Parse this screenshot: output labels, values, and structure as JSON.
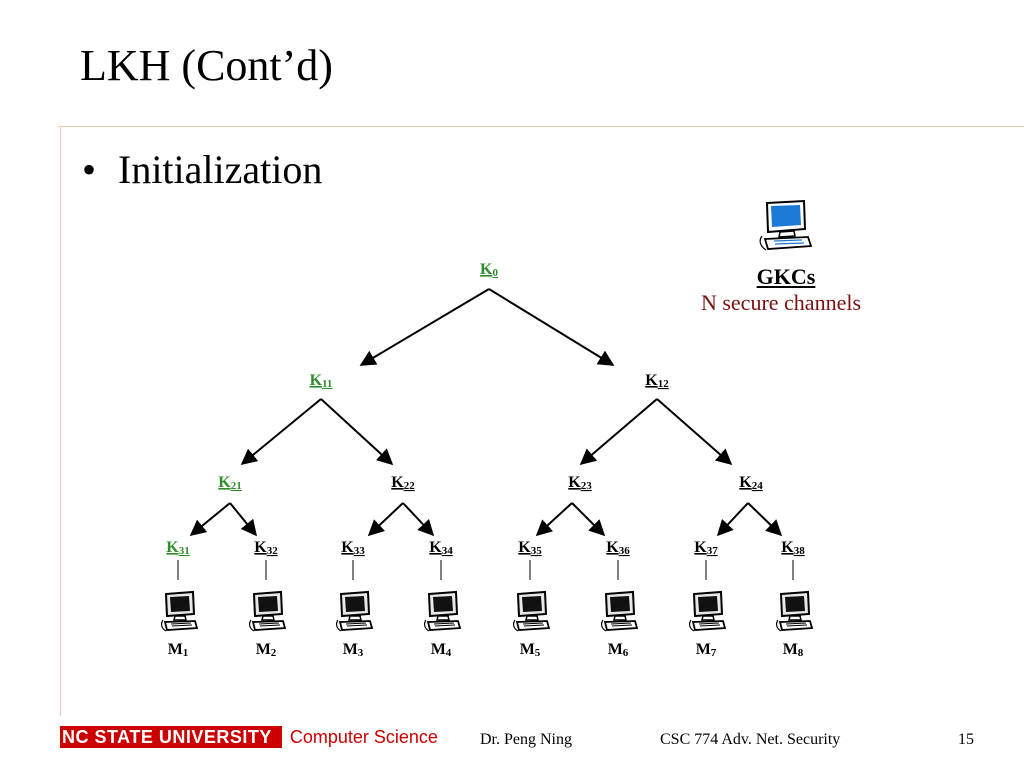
{
  "slide": {
    "title": "LKH (Cont’d)",
    "bullet": "Initialization",
    "bullet_marker": "•"
  },
  "gkc": {
    "title": "GKCs",
    "subtitle": "N secure channels"
  },
  "tree": {
    "highlight_color": "#2e8b2e",
    "nodes": [
      {
        "id": "K0",
        "label": "K",
        "sub": "0",
        "highlight": true
      },
      {
        "id": "K11",
        "label": "K",
        "sub": "11",
        "highlight": true
      },
      {
        "id": "K12",
        "label": "K",
        "sub": "12",
        "highlight": false
      },
      {
        "id": "K21",
        "label": "K",
        "sub": "21",
        "highlight": true
      },
      {
        "id": "K22",
        "label": "K",
        "sub": "22",
        "highlight": false
      },
      {
        "id": "K23",
        "label": "K",
        "sub": "23",
        "highlight": false
      },
      {
        "id": "K24",
        "label": "K",
        "sub": "24",
        "highlight": false
      },
      {
        "id": "K31",
        "label": "K",
        "sub": "31",
        "highlight": true
      },
      {
        "id": "K32",
        "label": "K",
        "sub": "32",
        "highlight": false
      },
      {
        "id": "K33",
        "label": "K",
        "sub": "33",
        "highlight": false
      },
      {
        "id": "K34",
        "label": "K",
        "sub": "34",
        "highlight": false
      },
      {
        "id": "K35",
        "label": "K",
        "sub": "35",
        "highlight": false
      },
      {
        "id": "K36",
        "label": "K",
        "sub": "36",
        "highlight": false
      },
      {
        "id": "K37",
        "label": "K",
        "sub": "37",
        "highlight": false
      },
      {
        "id": "K38",
        "label": "K",
        "sub": "38",
        "highlight": false
      }
    ],
    "members": [
      {
        "label": "M",
        "sub": "1"
      },
      {
        "label": "M",
        "sub": "2"
      },
      {
        "label": "M",
        "sub": "3"
      },
      {
        "label": "M",
        "sub": "4"
      },
      {
        "label": "M",
        "sub": "5"
      },
      {
        "label": "M",
        "sub": "6"
      },
      {
        "label": "M",
        "sub": "7"
      },
      {
        "label": "M",
        "sub": "8"
      }
    ]
  },
  "footer": {
    "university": "NC STATE UNIVERSITY",
    "department": "Computer Science",
    "author": "Dr. Peng Ning",
    "course": "CSC 774 Adv. Net. Security",
    "page": "15"
  }
}
